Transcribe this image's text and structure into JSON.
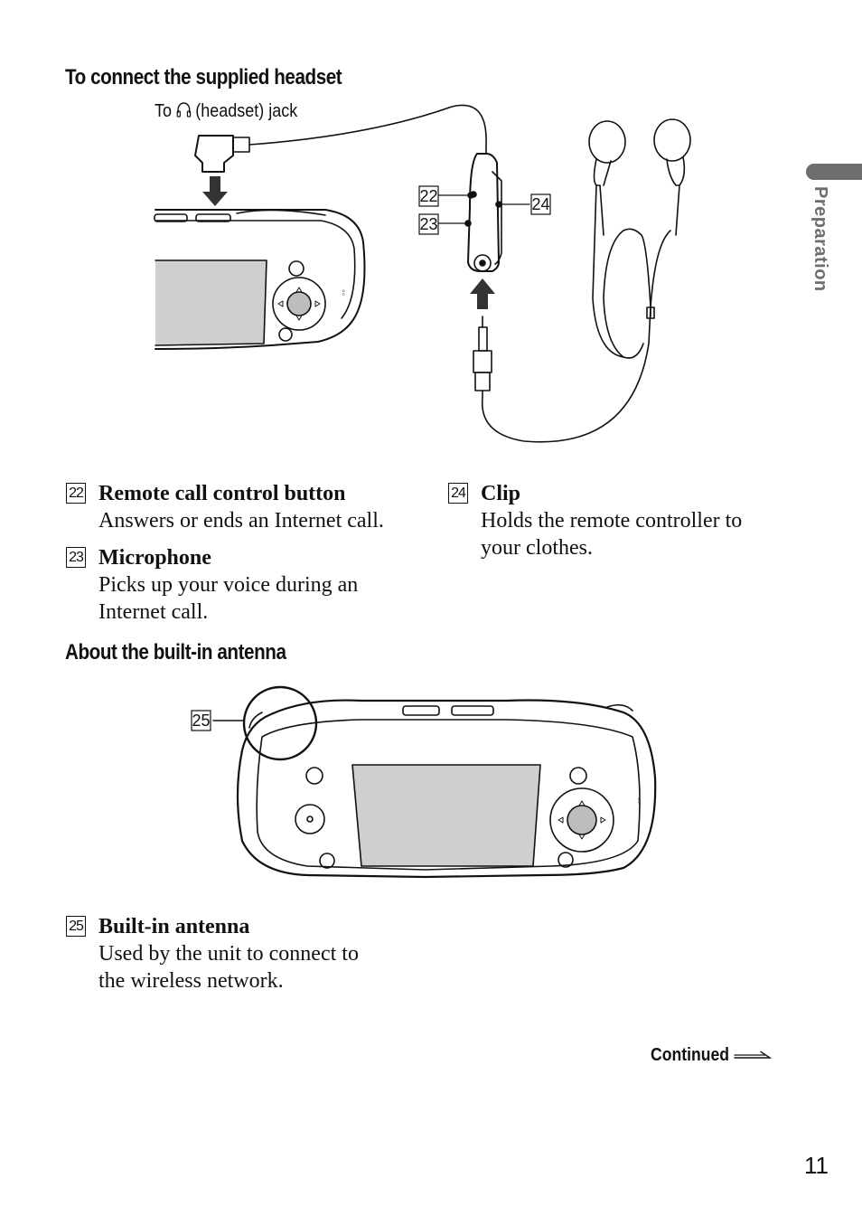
{
  "side_tab": {
    "label": "Preparation"
  },
  "section1": {
    "heading": "To connect the supplied headset",
    "jack_label_prefix": "To",
    "jack_label_suffix": "(headset) jack",
    "callouts": [
      "22",
      "23",
      "24"
    ],
    "items": [
      {
        "num": "22",
        "title": "Remote call control button",
        "desc": [
          "Answers or ends an Internet call."
        ]
      },
      {
        "num": "23",
        "title": "Microphone",
        "desc": [
          "Picks up your voice during an",
          "Internet call."
        ]
      },
      {
        "num": "24",
        "title": "Clip",
        "desc": [
          "Holds the remote controller to",
          "your clothes."
        ]
      }
    ]
  },
  "section2": {
    "heading": "About the built-in antenna",
    "callouts": [
      "25"
    ],
    "items": [
      {
        "num": "25",
        "title": "Built-in antenna",
        "desc": [
          "Used by the unit to connect to",
          "the wireless network."
        ]
      }
    ]
  },
  "footer": {
    "continued": "Continued",
    "page_number": "11"
  },
  "icons": [
    "headphone-icon",
    "continued-arrow-icon"
  ]
}
